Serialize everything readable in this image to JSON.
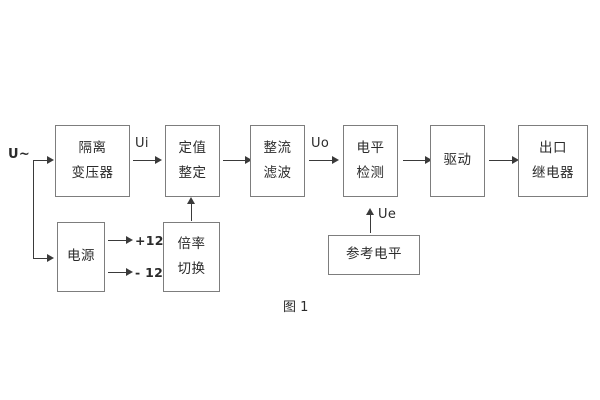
{
  "figure": {
    "caption": "图 1",
    "colors": {
      "background": "#ffffff",
      "block_border": "#7d7d7d",
      "connector": "#3a3a3a",
      "text": "#2b2b2b"
    }
  },
  "blocks": [
    {
      "id": "isolation-transformer",
      "lines": [
        "隔离",
        "变压器"
      ]
    },
    {
      "id": "setpoint-setting",
      "lines": [
        "定值",
        "整定"
      ]
    },
    {
      "id": "rectify-filter",
      "lines": [
        "整流",
        "滤波"
      ]
    },
    {
      "id": "level-detection",
      "lines": [
        "电平",
        "检测"
      ]
    },
    {
      "id": "drive",
      "lines": [
        "驱动"
      ]
    },
    {
      "id": "output-relay",
      "lines": [
        "出口",
        "继电器"
      ]
    },
    {
      "id": "power-supply",
      "lines": [
        "电源"
      ]
    },
    {
      "id": "multiplier-switch",
      "lines": [
        "倍率",
        "切换"
      ]
    },
    {
      "id": "reference-level",
      "lines": [
        "参考电平"
      ]
    }
  ],
  "labels": {
    "input_supply": "U~",
    "ui": "Ui",
    "uo": "Uo",
    "ue": "Ue",
    "rail_positive": "+12V",
    "rail_negative": "- 12V"
  }
}
